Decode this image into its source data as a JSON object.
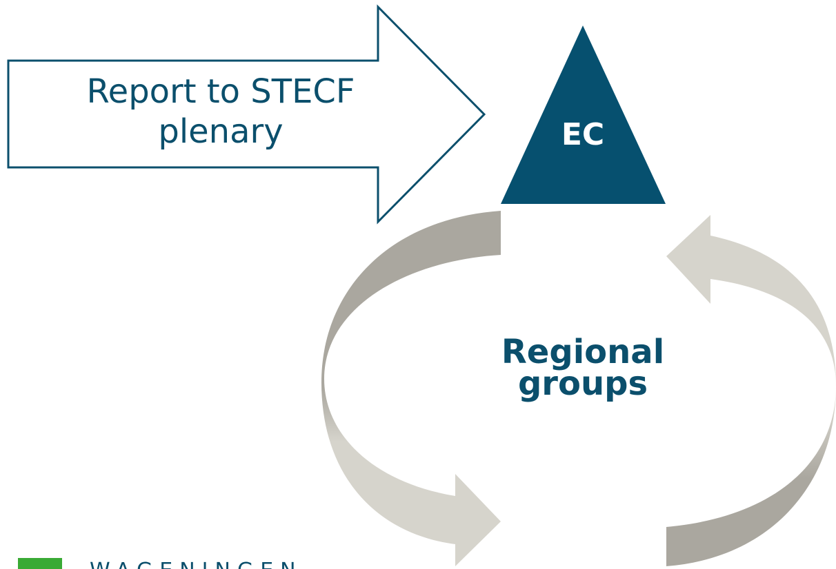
{
  "diagram": {
    "report_arrow_label_line1": "Report to STECF",
    "report_arrow_label_line2": "plenary",
    "apex_label": "EC",
    "center_label_line1": "Regional",
    "center_label_line2": "groups"
  },
  "logo": {
    "text": "WAGENINGEN"
  },
  "colors": {
    "primary": "#0b4f6c",
    "triangle_fill": "#06506f",
    "cycle_dark": "#aaa79f",
    "cycle_light": "#d6d4cc",
    "logo_green": "#3aaa35",
    "background": "#ffffff"
  }
}
